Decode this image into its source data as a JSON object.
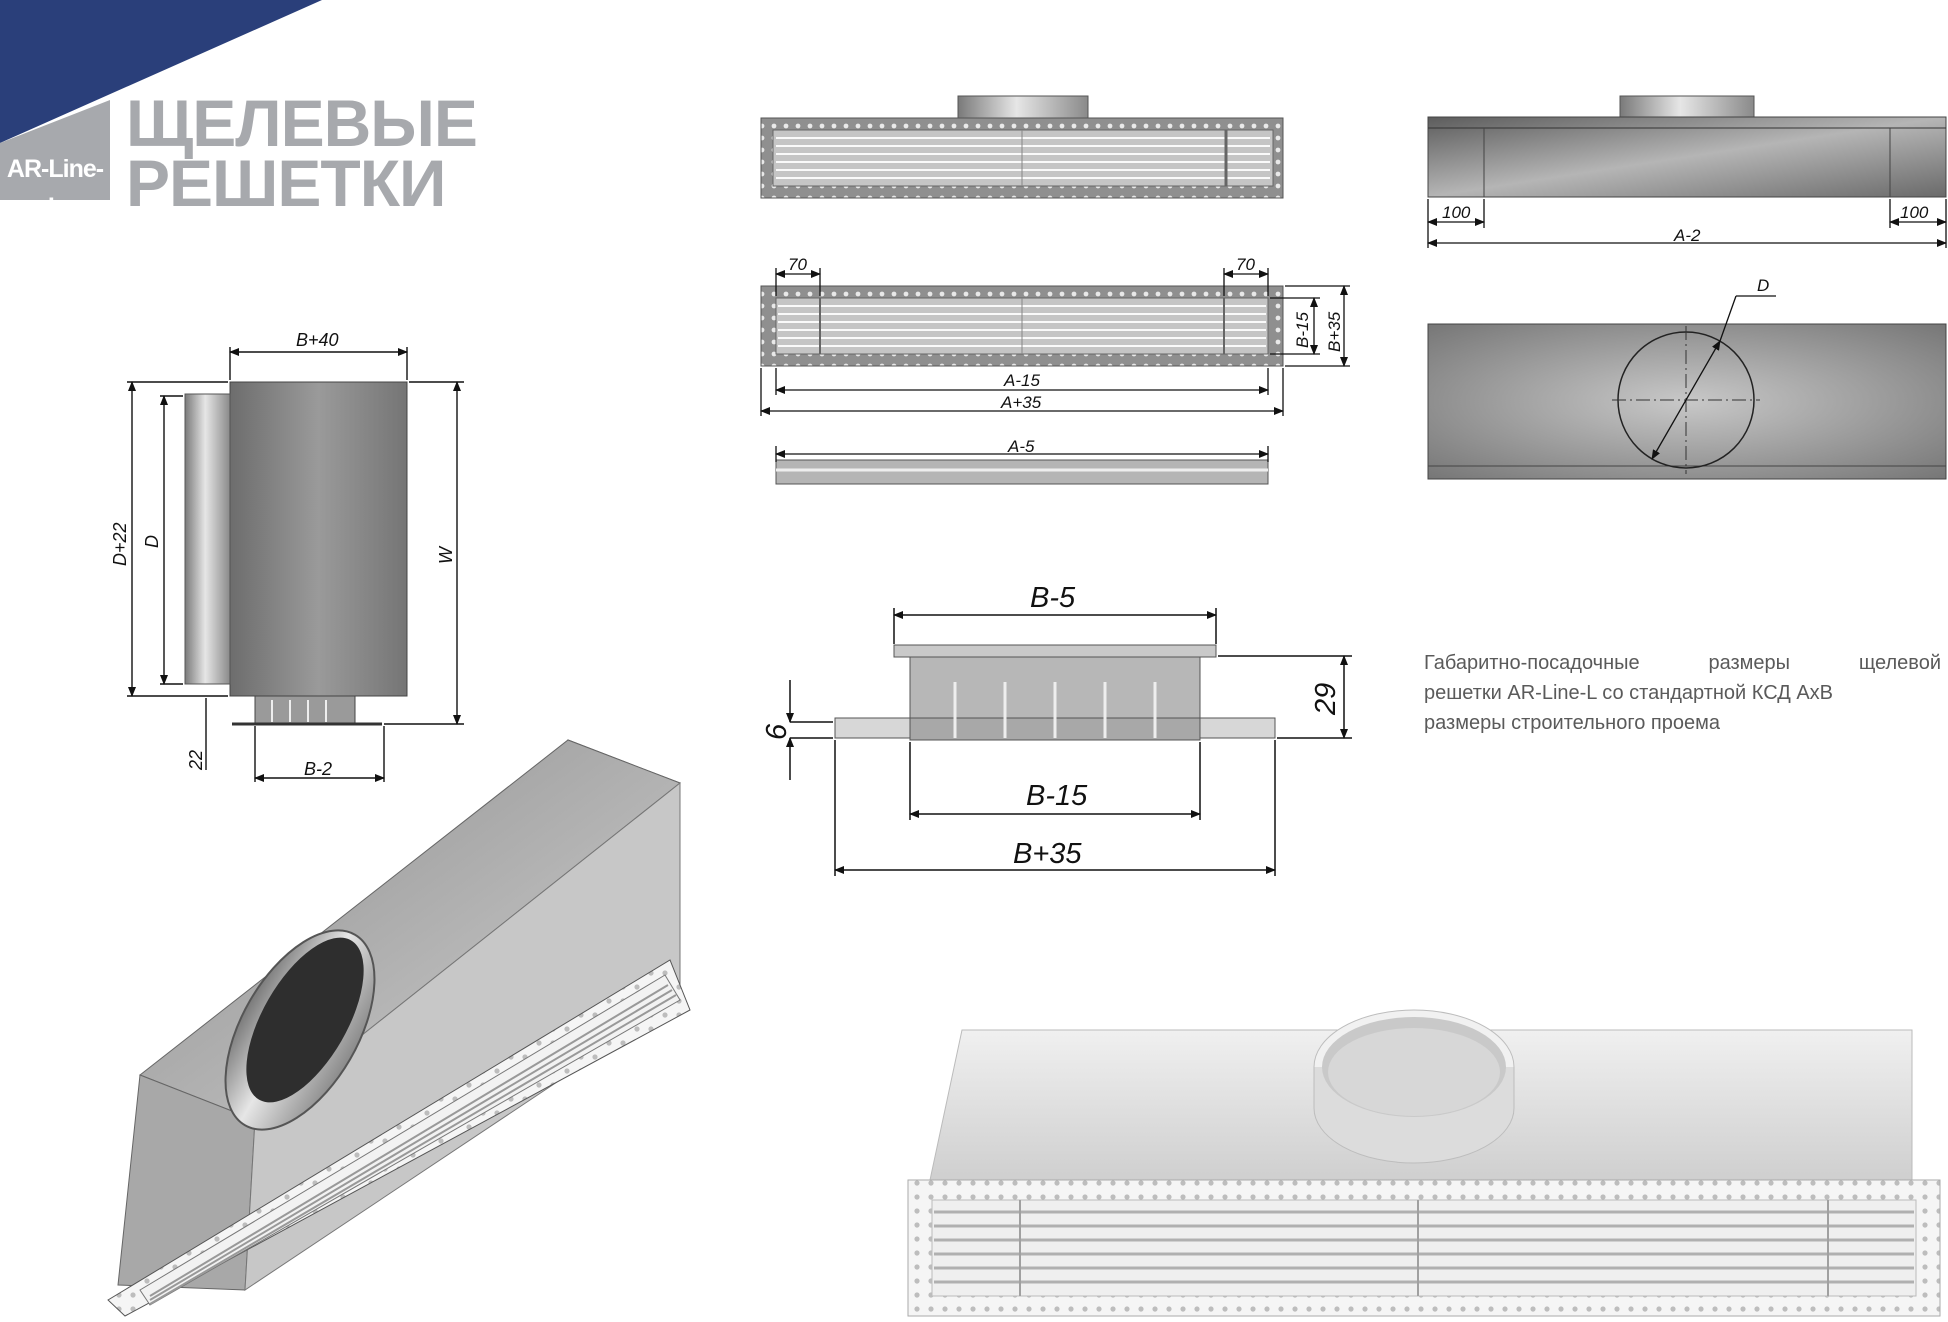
{
  "brand": {
    "badge": "AR-Line-L",
    "title_line1": "ЩЕЛЕВЫЕ",
    "title_line2": "РЕШЕТКИ",
    "accent_color": "#2a3f7a",
    "grey_color": "#a7a9ad"
  },
  "caption": {
    "line1": "Габаритно-посадочные размеры щелевой",
    "line2": "решетки AR-Line-L со стандартной КСД АхВ",
    "line3": "размеры строительного проема"
  },
  "dimensions": {
    "side_view": {
      "top": "B+40",
      "left_outer": "D+22",
      "left_inner": "D",
      "right": "W",
      "bottom_small": "22",
      "bottom": "B-2"
    },
    "front_view": {
      "left_70": "70",
      "right_70": "70",
      "inner_width": "A-15",
      "outer_width": "A+35",
      "height_inner": "B-15",
      "height_outer": "B+35",
      "strip": "A-5"
    },
    "plenum_views": {
      "left_100": "100",
      "right_100": "100",
      "length": "A-2",
      "diameter": "D"
    },
    "section_view": {
      "top": "B-5",
      "height": "29",
      "flange": "6",
      "inner": "B-15",
      "outer": "B+35"
    }
  }
}
